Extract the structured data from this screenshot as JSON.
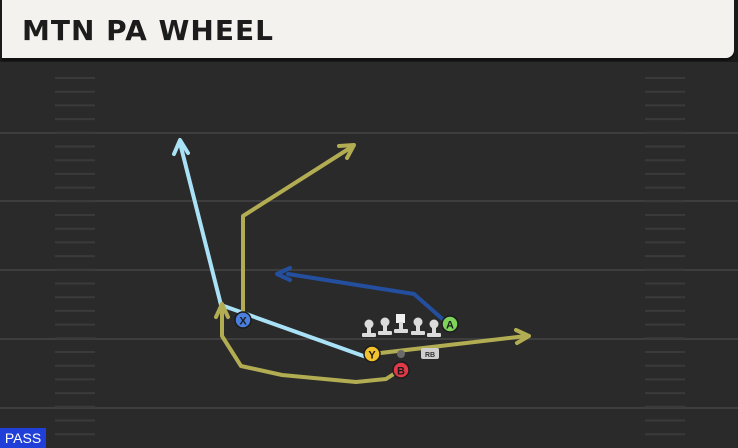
{
  "play": {
    "title": "MTN PA WHEEL",
    "type_badge": "PASS"
  },
  "receivers": [
    {
      "id": "A",
      "color": "#7fd35a"
    },
    {
      "id": "X",
      "color": "#4a7fe0"
    },
    {
      "id": "Y",
      "color": "#f2c12e"
    },
    {
      "id": "B",
      "color": "#e03a48"
    }
  ],
  "backs": [
    {
      "label": "RB"
    }
  ],
  "colors": {
    "field": "#2a2a2a",
    "yard_line": "#3e3e3e",
    "route_blue": "#244f9e",
    "route_light_blue": "#a9e2f6",
    "route_olive": "#b2ad52",
    "badge": "#1f3fd8"
  },
  "icons": {
    "lineman": "lineman-icon",
    "center": "center-icon"
  }
}
